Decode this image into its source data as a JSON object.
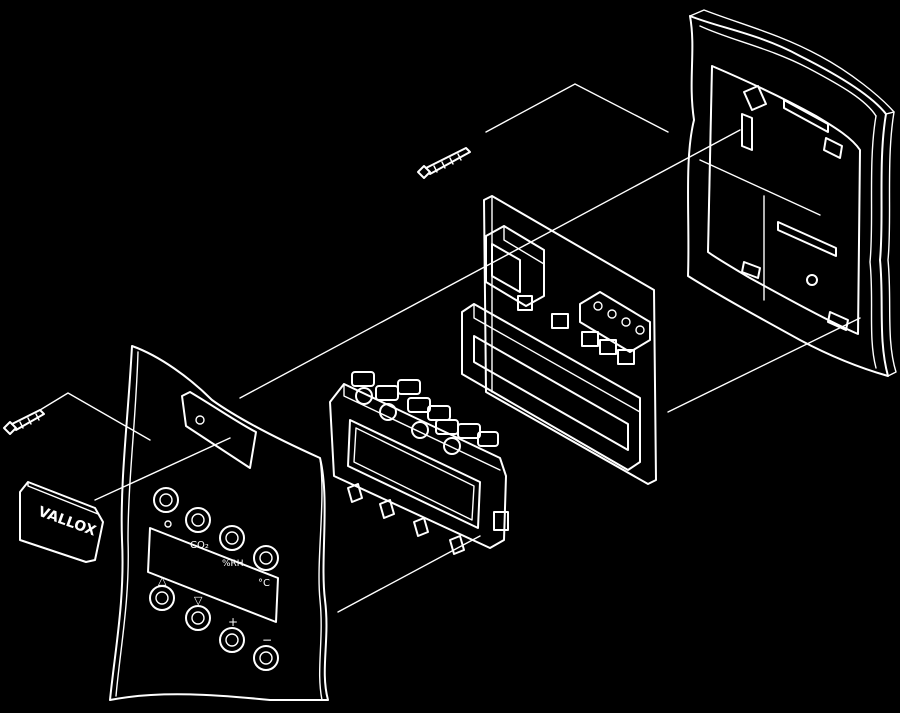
{
  "diagram": {
    "brand_badge_text": "VALLOX",
    "keypad_labels": {
      "co2": "CO₂",
      "rh": "%RH",
      "temp": "°C",
      "up": "△",
      "down": "▽",
      "plus": "+",
      "minus": "−"
    },
    "colors": {
      "background": "#000000",
      "line": "#ffffff"
    }
  }
}
